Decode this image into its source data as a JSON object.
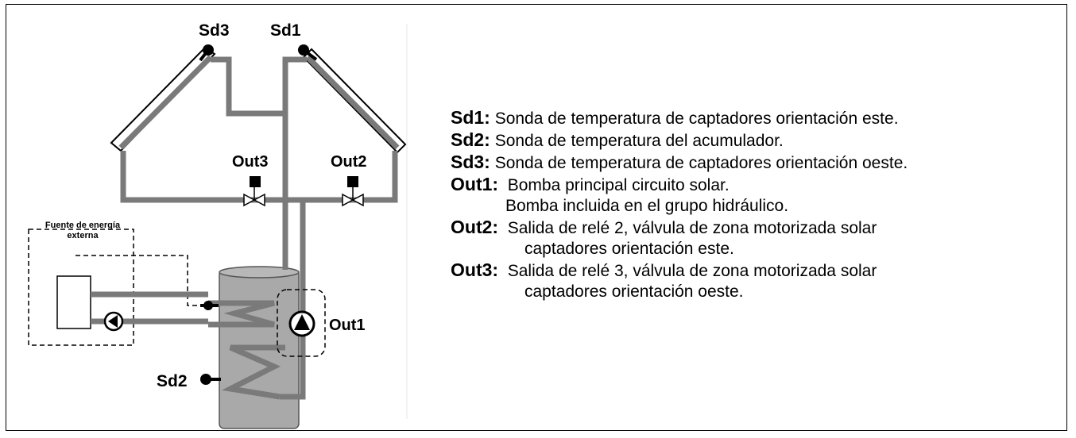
{
  "labels": {
    "sd1": "Sd1",
    "sd2": "Sd2",
    "sd3": "Sd3",
    "out1": "Out1",
    "out2": "Out2",
    "out3": "Out3",
    "external_line1": "Fuente de energía",
    "external_line2": "externa"
  },
  "legend": [
    {
      "key": "Sd1:",
      "lines": [
        "Sonda de temperatura de captadores orientación este."
      ]
    },
    {
      "key": "Sd2:",
      "lines": [
        "Sonda de temperatura del acumulador."
      ]
    },
    {
      "key": "Sd3:",
      "lines": [
        "Sonda de temperatura de captadores orientación oeste."
      ]
    },
    {
      "key": "Out1:",
      "lines": [
        "Bomba principal circuito solar.",
        "Bomba incluida en el grupo hidráulico."
      ]
    },
    {
      "key": "Out2:",
      "lines": [
        "Salida de relé 2, válvula de zona motorizada solar",
        "captadores orientación este."
      ]
    },
    {
      "key": "Out3:",
      "lines": [
        "Salida de relé 3, válvula de zona motorizada solar",
        "captadores orientación oeste."
      ]
    }
  ],
  "colors": {
    "pipe": "#7a7a7a",
    "tank": "#a9a9a9",
    "border": "#000000"
  }
}
